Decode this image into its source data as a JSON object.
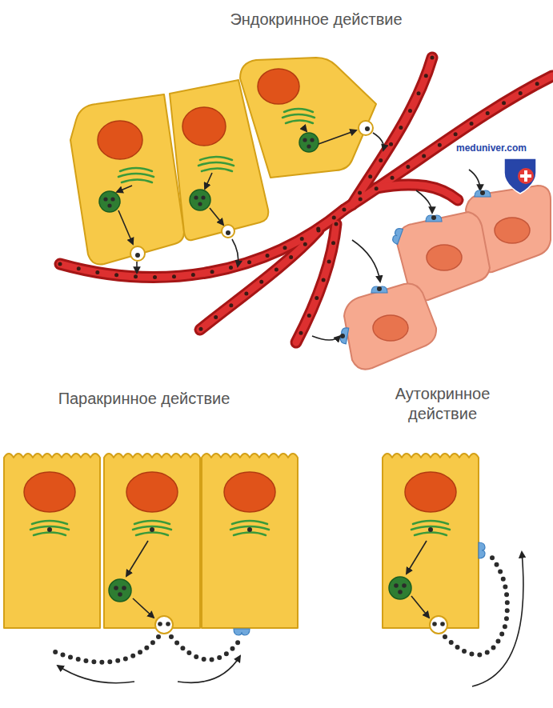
{
  "diagram": {
    "labels": [
      "Эндокринное действие",
      "meduniver.com",
      "Паракринное действие",
      "Аутокринное действие"
    ]
  }
}
